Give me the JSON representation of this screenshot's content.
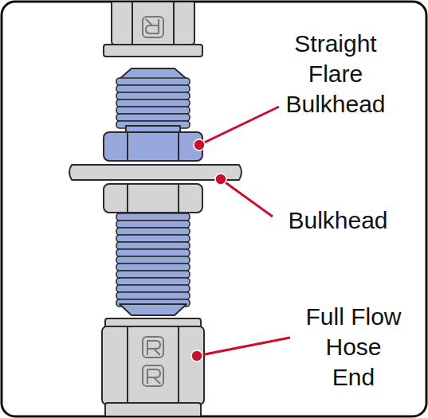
{
  "diagram": {
    "labels": [
      "Straight Flare Bulkhead",
      "Bulkhead",
      "Full Flow Hose End"
    ]
  }
}
